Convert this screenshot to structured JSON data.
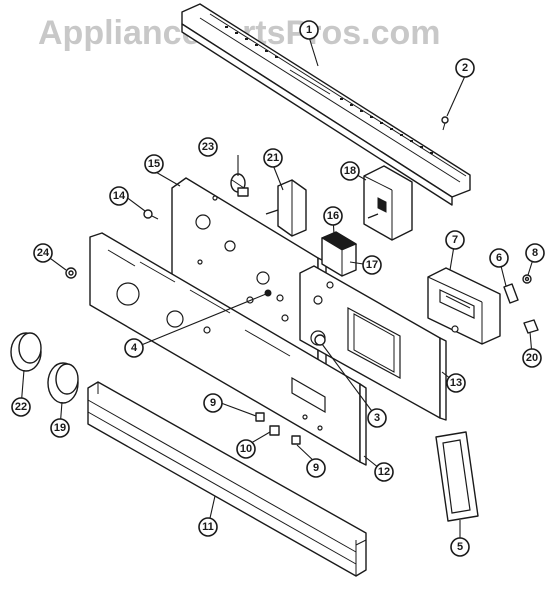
{
  "watermark": "AppliancePartsPros.com",
  "callouts": [
    "1",
    "2",
    "3",
    "4",
    "5",
    "6",
    "7",
    "8",
    "9",
    "9",
    "10",
    "11",
    "12",
    "13",
    "14",
    "15",
    "16",
    "17",
    "18",
    "19",
    "20",
    "21",
    "22",
    "23",
    "24"
  ]
}
